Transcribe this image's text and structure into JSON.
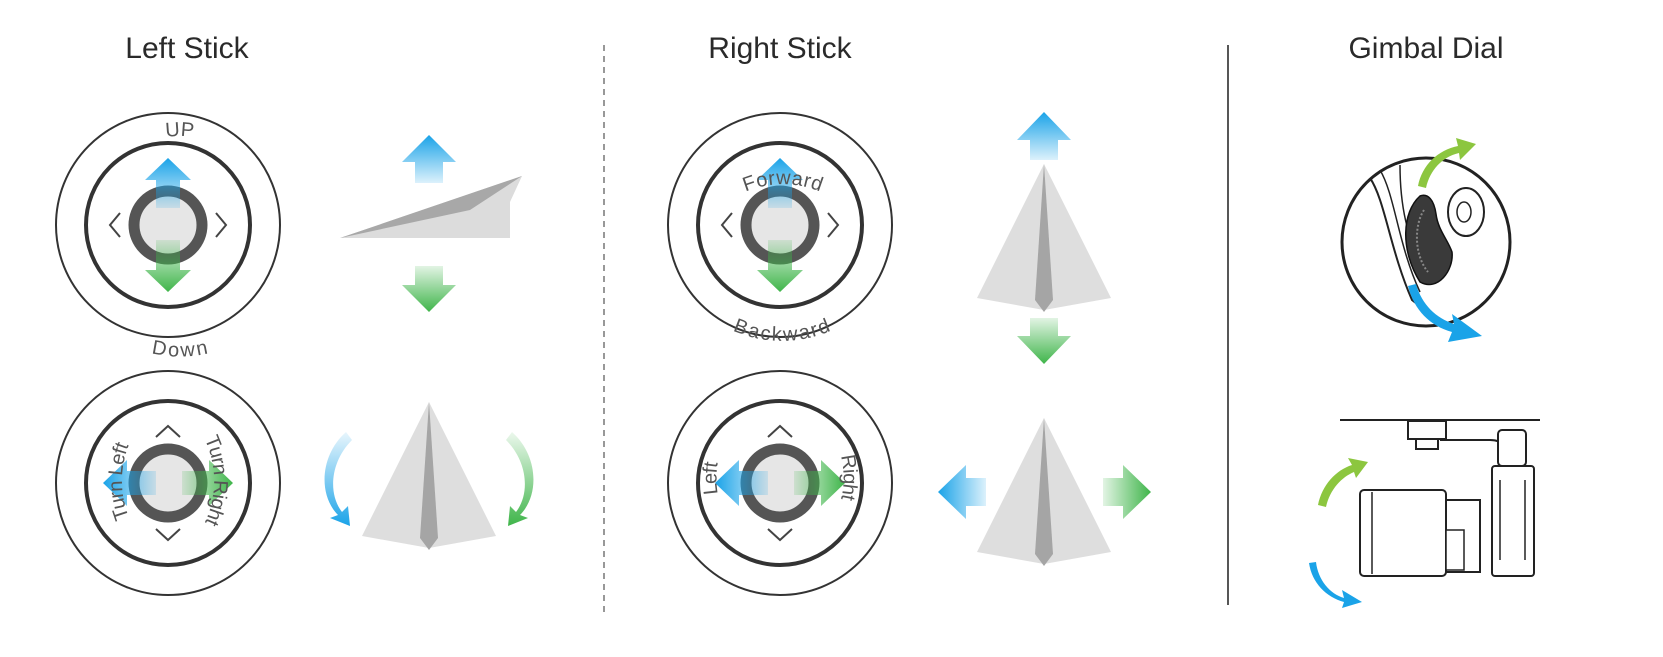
{
  "sections": {
    "left": {
      "title": "Left Stick"
    },
    "right": {
      "title": "Right Stick"
    },
    "gimbal": {
      "title": "Gimbal Dial"
    }
  },
  "labels": {
    "left_top_up": "UP",
    "left_top_down": "Down",
    "left_bottom_turn_left": "Turn Left",
    "left_bottom_turn_right": "Turn Right",
    "right_top_forward": "Forward",
    "right_top_backward": "Backward",
    "right_bottom_left": "Left",
    "right_bottom_right": "Right"
  },
  "colors": {
    "blue": "#1aa3e8",
    "green": "#3fb54a",
    "lime": "#8cc63f",
    "ring": "#333333",
    "paper": "#d9d9d9",
    "paper_dark": "#9a9a9a"
  }
}
